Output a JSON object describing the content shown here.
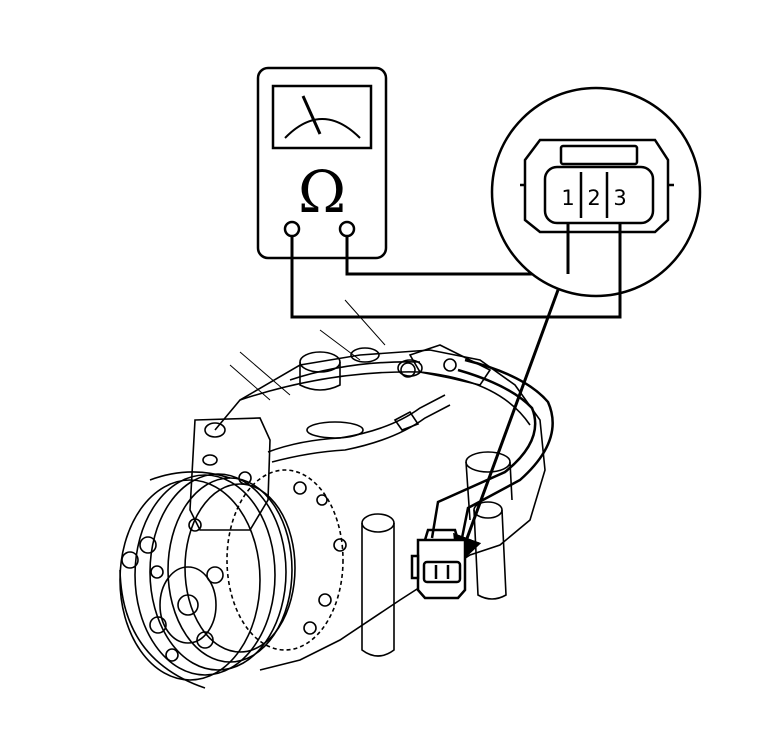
{
  "meter": {
    "symbol": "Ω"
  },
  "connector": {
    "pins": [
      "1",
      "2",
      "3"
    ]
  },
  "colors": {
    "line": "#000000",
    "background": "#ffffff"
  }
}
